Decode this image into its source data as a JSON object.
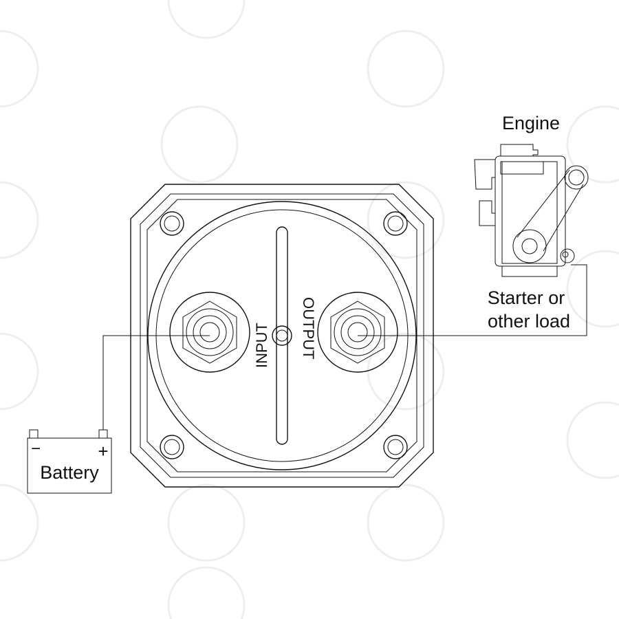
{
  "labels": {
    "engine": "Engine",
    "load_line1": "Starter or",
    "load_line2": "other load",
    "battery": "Battery",
    "battery_minus": "−",
    "battery_plus": "+",
    "input": "INPUT",
    "output": "OUTPUT"
  },
  "colors": {
    "line": "#111111",
    "watermark": "#eeeeee"
  }
}
